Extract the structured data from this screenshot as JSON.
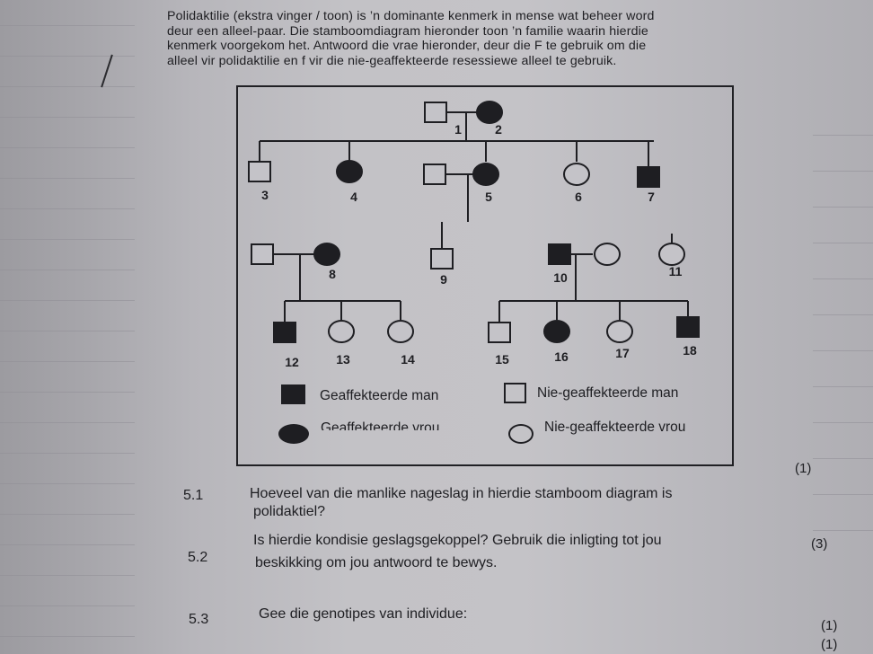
{
  "intro": {
    "line1": "Polidaktilie (ekstra vinger / toon) is ’n dominante kenmerk in mense wat beheer word",
    "line2": "deur een alleel-paar.  Die stamboomdiagram hieronder toon ’n familie waarin hierdie",
    "line3": "kenmerk voorgekom het.  Antwoord die vrae hieronder, deur die F te gebruik om die",
    "line4": "alleel vir polidaktilie en f vir die  nie-geaffekteerde resessiewe alleel te gebruik."
  },
  "pedigree": {
    "individuals": [
      {
        "id": "1",
        "label": "1",
        "sex": "male",
        "affected": false
      },
      {
        "id": "2",
        "label": "2",
        "sex": "female",
        "affected": true
      },
      {
        "id": "3",
        "label": "3",
        "sex": "male",
        "affected": false
      },
      {
        "id": "4",
        "label": "4",
        "sex": "female",
        "affected": true
      },
      {
        "id": "5",
        "label": "5",
        "sex": "female",
        "affected": true
      },
      {
        "id": "5-spouse",
        "label": "",
        "sex": "male",
        "affected": false
      },
      {
        "id": "6",
        "label": "6",
        "sex": "female",
        "affected": false
      },
      {
        "id": "7",
        "label": "7",
        "sex": "male",
        "affected": true
      },
      {
        "id": "8-spouse",
        "label": "",
        "sex": "male",
        "affected": false
      },
      {
        "id": "8",
        "label": "8",
        "sex": "female",
        "affected": true
      },
      {
        "id": "9",
        "label": "9",
        "sex": "male",
        "affected": false
      },
      {
        "id": "10",
        "label": "10",
        "sex": "male",
        "affected": true
      },
      {
        "id": "10-spouse",
        "label": "",
        "sex": "female",
        "affected": false
      },
      {
        "id": "11",
        "label": "11",
        "sex": "female",
        "affected": false
      },
      {
        "id": "12",
        "label": "12",
        "sex": "male",
        "affected": true
      },
      {
        "id": "13",
        "label": "13",
        "sex": "female",
        "affected": false
      },
      {
        "id": "14",
        "label": "14",
        "sex": "female",
        "affected": false
      },
      {
        "id": "15",
        "label": "15",
        "sex": "male",
        "affected": false
      },
      {
        "id": "16",
        "label": "16",
        "sex": "female",
        "affected": true
      },
      {
        "id": "17",
        "label": "17",
        "sex": "female",
        "affected": false
      },
      {
        "id": "18",
        "label": "18",
        "sex": "male",
        "affected": true
      }
    ]
  },
  "legend": {
    "affected_male": "Geaffekteerde man",
    "unaffected_male": "Nie-geaffekteerde man",
    "affected_female": "Geaffekteerde vrou",
    "unaffected_female": "Nie-geaffekteerde vrou"
  },
  "questions": [
    {
      "number": "5.1",
      "line1": "Hoeveel van die manlike nageslag in hierdie stamboom diagram is",
      "line2": "polidaktiel?",
      "marks": "(1)"
    },
    {
      "number": "5.2",
      "line1": "Is hierdie kondisie geslagsgekoppel?  Gebruik die inligting tot jou",
      "line2": "beskikking om jou antwoord te bewys.",
      "marks": "(3)"
    },
    {
      "number": "5.3",
      "line1": "Gee die genotipes van individue:",
      "line2": "",
      "marks": "(1)"
    }
  ],
  "trailing_marks": "(1)",
  "colors": {
    "ink": "#1e1e22",
    "paper_mid": "#c3c2c6"
  }
}
